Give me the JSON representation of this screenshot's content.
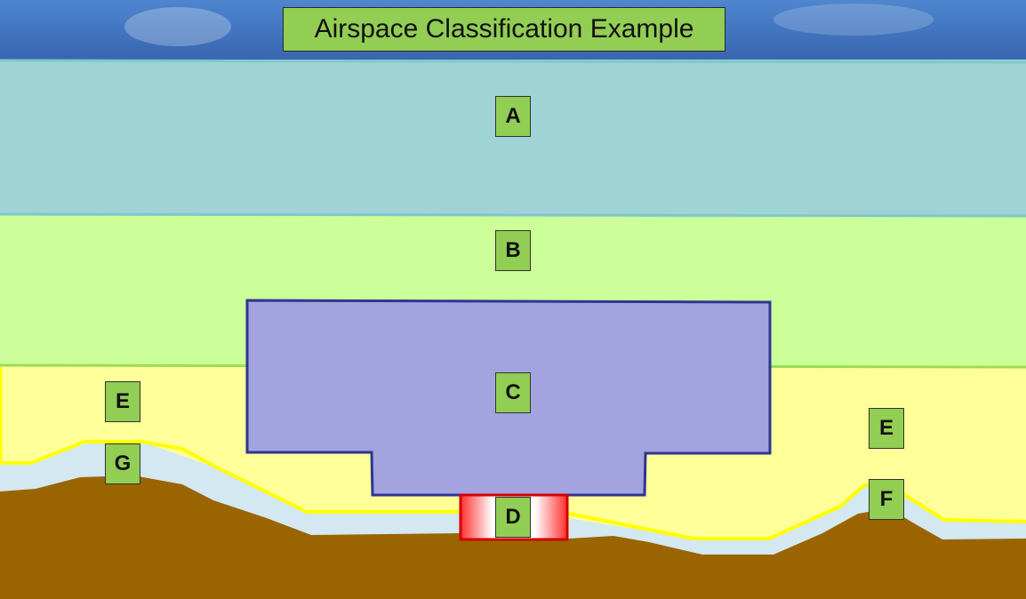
{
  "title": "Airspace Classification Example",
  "labels": {
    "A": "A",
    "B": "B",
    "C": "C",
    "D": "D",
    "E_left": "E",
    "E_right": "E",
    "F": "F",
    "G": "G"
  },
  "colors": {
    "sky": "#3e6fb8",
    "class_a": "#9fd3d5",
    "class_b": "#ccff99",
    "class_c_fill": "#a3a3df",
    "class_c_border": "#2e3592",
    "class_e": "#ffff99",
    "class_g": "#d3e8f0",
    "ground": "#9a6400",
    "class_d_border": "#d40000",
    "boundary_line": "#ffff00",
    "label_box": "#92cd54"
  }
}
